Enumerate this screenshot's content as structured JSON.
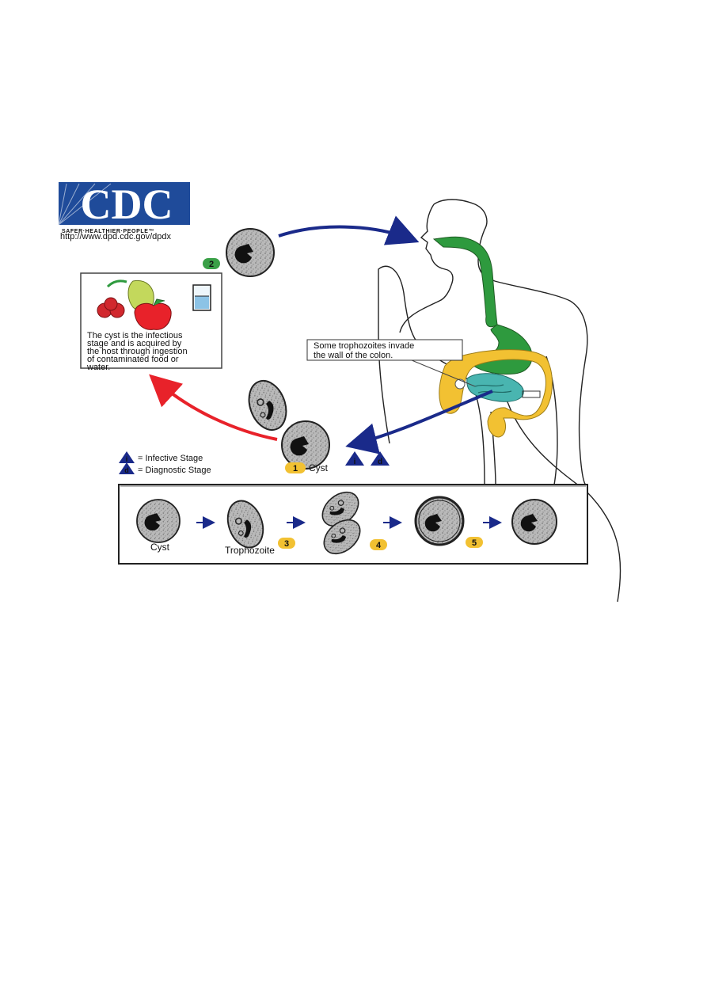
{
  "logo": {
    "letters": "CDC",
    "tagline": "SAFER·HEALTHIER·PEOPLE™",
    "url": "http://www.dpd.cdc.gov/dpdx"
  },
  "colors": {
    "blue_arrow": "#1a2a8a",
    "red_arrow": "#e8222a",
    "gut_green": "#2e9a3e",
    "colon_yellow": "#f2c132",
    "intestine_teal": "#49b5b0",
    "stage_yellow": "#f2c132",
    "stage_green": "#3aa047",
    "logo_blue": "#1f4b9a"
  },
  "ingestion_box": {
    "lines": [
      "The cyst is the infectious",
      "stage and is acquired by",
      "the host through ingestion",
      "of contaminated food or",
      "water."
    ]
  },
  "callout": {
    "lines": [
      "Some trophozoites invade",
      "the wall of the colon."
    ]
  },
  "stages": {
    "s1": "1",
    "s1_label": "Cyst",
    "s2": "2",
    "s3": "3",
    "s4": "4",
    "s5": "5"
  },
  "legend": {
    "infective_symbol": "i",
    "infective_label": "= Infective Stage",
    "diagnostic_symbol": "d",
    "diagnostic_label": "= Diagnostic Stage"
  },
  "sequence": {
    "cyst_label": "Cyst",
    "troph_label": "Trophozoite"
  }
}
